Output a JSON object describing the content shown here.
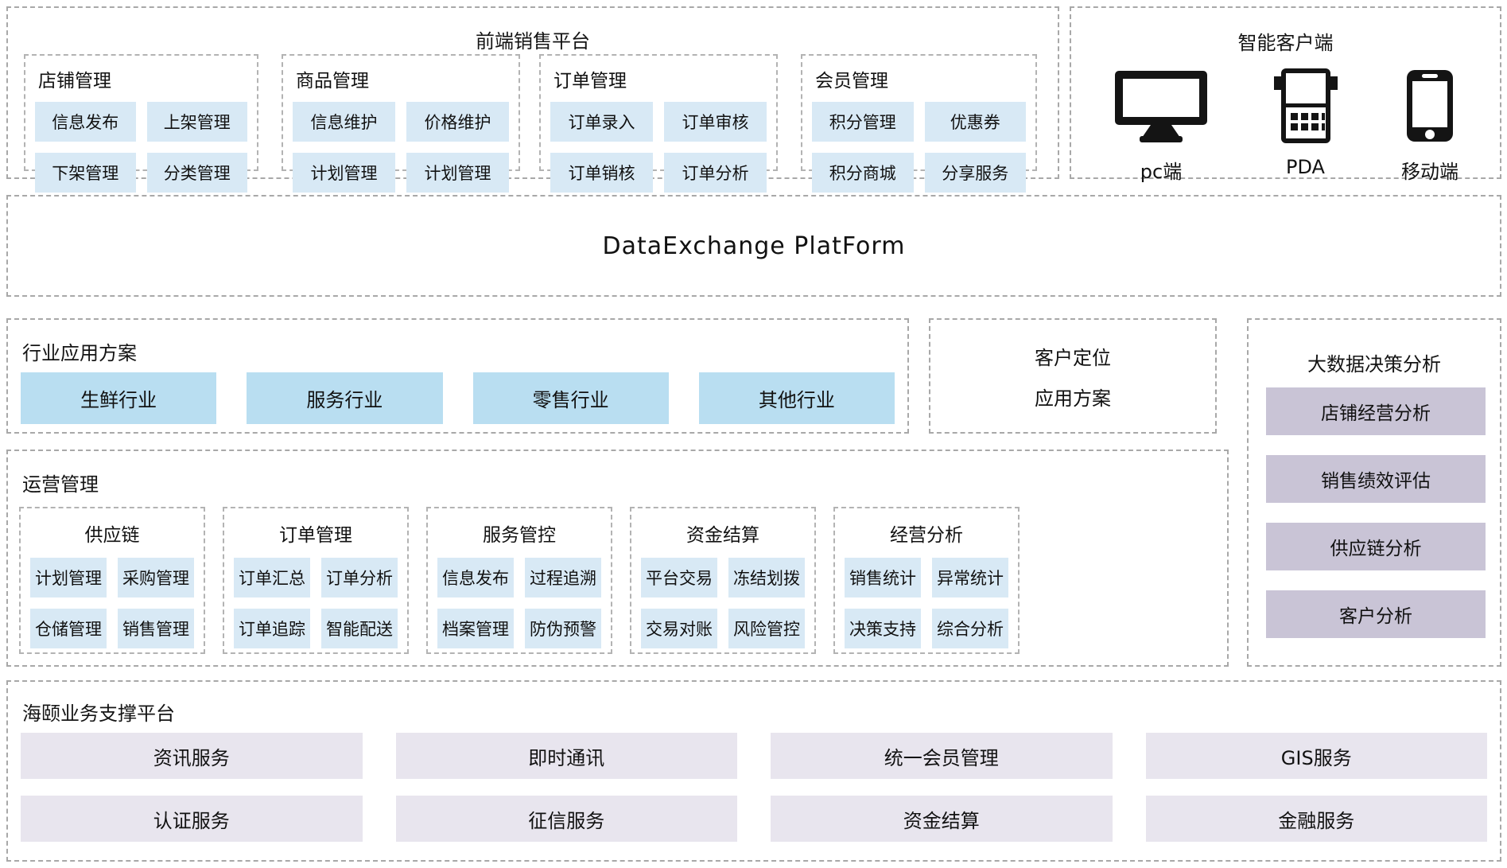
{
  "colors": {
    "item_blue": "#d8e9f5",
    "industry_blue": "#b9def1",
    "bigdata_lavender": "#c9c4d6",
    "support_lavender": "#e8e5ee",
    "border_gray": "#a8a8a8",
    "text": "#111111",
    "icon_black": "#141414"
  },
  "frontend_platform": {
    "title": "前端销售平台",
    "groups": [
      {
        "title": "店铺管理",
        "items": [
          "信息发布",
          "上架管理",
          "下架管理",
          "分类管理"
        ]
      },
      {
        "title": "商品管理",
        "items": [
          "信息维护",
          "价格维护",
          "计划管理",
          "计划管理"
        ]
      },
      {
        "title": "订单管理",
        "items": [
          "订单录入",
          "订单审核",
          "订单销核",
          "订单分析"
        ]
      },
      {
        "title": "会员管理",
        "items": [
          "积分管理",
          "优惠券",
          "积分商城",
          "分享服务"
        ]
      }
    ]
  },
  "smart_client": {
    "title": "智能客户端",
    "devices": [
      {
        "label": "pc端",
        "icon": "desktop-monitor-icon"
      },
      {
        "label": "PDA",
        "icon": "pda-device-icon"
      },
      {
        "label": "移动端",
        "icon": "smartphone-icon"
      }
    ]
  },
  "data_exchange": {
    "title": "DataExchange PlatForm"
  },
  "industry_solutions": {
    "title": "行业应用方案",
    "items": [
      "生鲜行业",
      "服务行业",
      "零售行业",
      "其他行业"
    ]
  },
  "customer_positioning": {
    "line1": "客户定位",
    "line2": "应用方案"
  },
  "big_data_analysis": {
    "title": "大数据决策分析",
    "items": [
      "店铺经营分析",
      "销售绩效评估",
      "供应链分析",
      "客户分析"
    ]
  },
  "operations_management": {
    "title": "运营管理",
    "groups": [
      {
        "title": "供应链",
        "items": [
          "计划管理",
          "采购管理",
          "仓储管理",
          "销售管理"
        ]
      },
      {
        "title": "订单管理",
        "items": [
          "订单汇总",
          "订单分析",
          "订单追踪",
          "智能配送"
        ]
      },
      {
        "title": "服务管控",
        "items": [
          "信息发布",
          "过程追溯",
          "档案管理",
          "防伪预警"
        ]
      },
      {
        "title": "资金结算",
        "items": [
          "平台交易",
          "冻结划拨",
          "交易对账",
          "风险管控"
        ]
      },
      {
        "title": "经营分析",
        "items": [
          "销售统计",
          "异常统计",
          "决策支持",
          "综合分析"
        ]
      }
    ]
  },
  "support_platform": {
    "title": "海颐业务支撑平台",
    "services": [
      "资讯服务",
      "即时通讯",
      "统一会员管理",
      "GIS服务",
      "认证服务",
      "征信服务",
      "资金结算",
      "金融服务"
    ]
  }
}
